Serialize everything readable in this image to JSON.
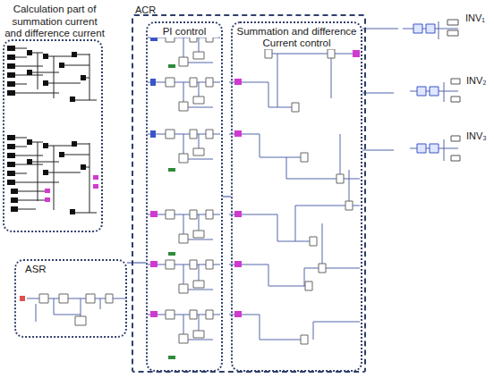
{
  "diagram": {
    "nodes": [
      {
        "text": [
          "Calculation part of summation current and difference current"
        ]
      },
      {
        "text": [
          "ACR"
        ]
      },
      {
        "text": [
          "PI control"
        ],
        "in": 1
      },
      {
        "text": [
          "Summation and difference Current control"
        ],
        "in": 1
      },
      {
        "text": [
          "ASR"
        ]
      },
      {
        "text": [
          "INV₁"
        ]
      },
      {
        "text": [
          "INV₂"
        ]
      },
      {
        "text": [
          "INV₃"
        ]
      }
    ],
    "edges": [
      {
        "from": 4,
        "to": 2,
        "arrow": "none"
      },
      {
        "from": 2,
        "to": 3,
        "arrow": "none"
      },
      {
        "from": 3,
        "to": 5,
        "arrow": "none"
      },
      {
        "from": 3,
        "to": 6,
        "arrow": "none"
      },
      {
        "from": 3,
        "to": 7,
        "arrow": "none"
      }
    ]
  }
}
